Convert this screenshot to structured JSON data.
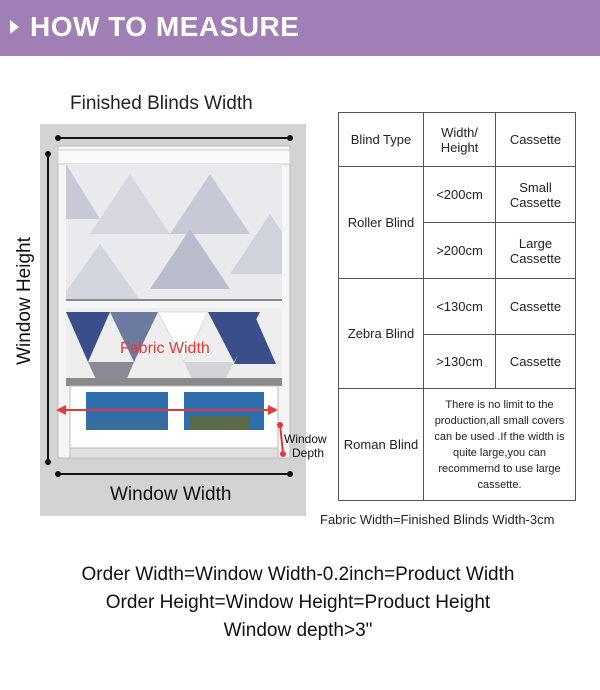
{
  "header": {
    "title": "HOW TO MEASURE"
  },
  "diagram": {
    "finished_blinds_width": "Finished Blinds Width",
    "window_height": "Window Height",
    "window_width": "Window Width",
    "fabric_width": "Fabric Width",
    "window_depth_line1": "Window",
    "window_depth_line2": "Depth",
    "colors": {
      "panel": "#d3d3d3",
      "fabric_navy": "#3a4f8a",
      "arrow_red": "#e23a3a"
    }
  },
  "table": {
    "headers": [
      "Blind Type",
      "Width/ Height",
      "Cassette"
    ],
    "roller": {
      "type": "Roller Blind",
      "row1_size": "<200cm",
      "row1_cassette": "Small Cassette",
      "row2_size": ">200cm",
      "row2_cassette": "Large Cassette"
    },
    "zebra": {
      "type": "Zebra Blind",
      "row1_size": "<130cm",
      "row1_cassette": "Cassette",
      "row2_size": ">130cm",
      "row2_cassette": "Cassette"
    },
    "roman": {
      "type": "Roman Blind",
      "note": "There is no limit to the production,all small covers can be used .If the width is quite large,you can recommernd to use large cassette."
    }
  },
  "fabric_note": "Fabric Width=Finished Blinds Width-3cm",
  "formulas": [
    "Order Width=Window Width-0.2inch=Product Width",
    "Order Height=Window Height=Product Height",
    "Window depth>3\""
  ]
}
